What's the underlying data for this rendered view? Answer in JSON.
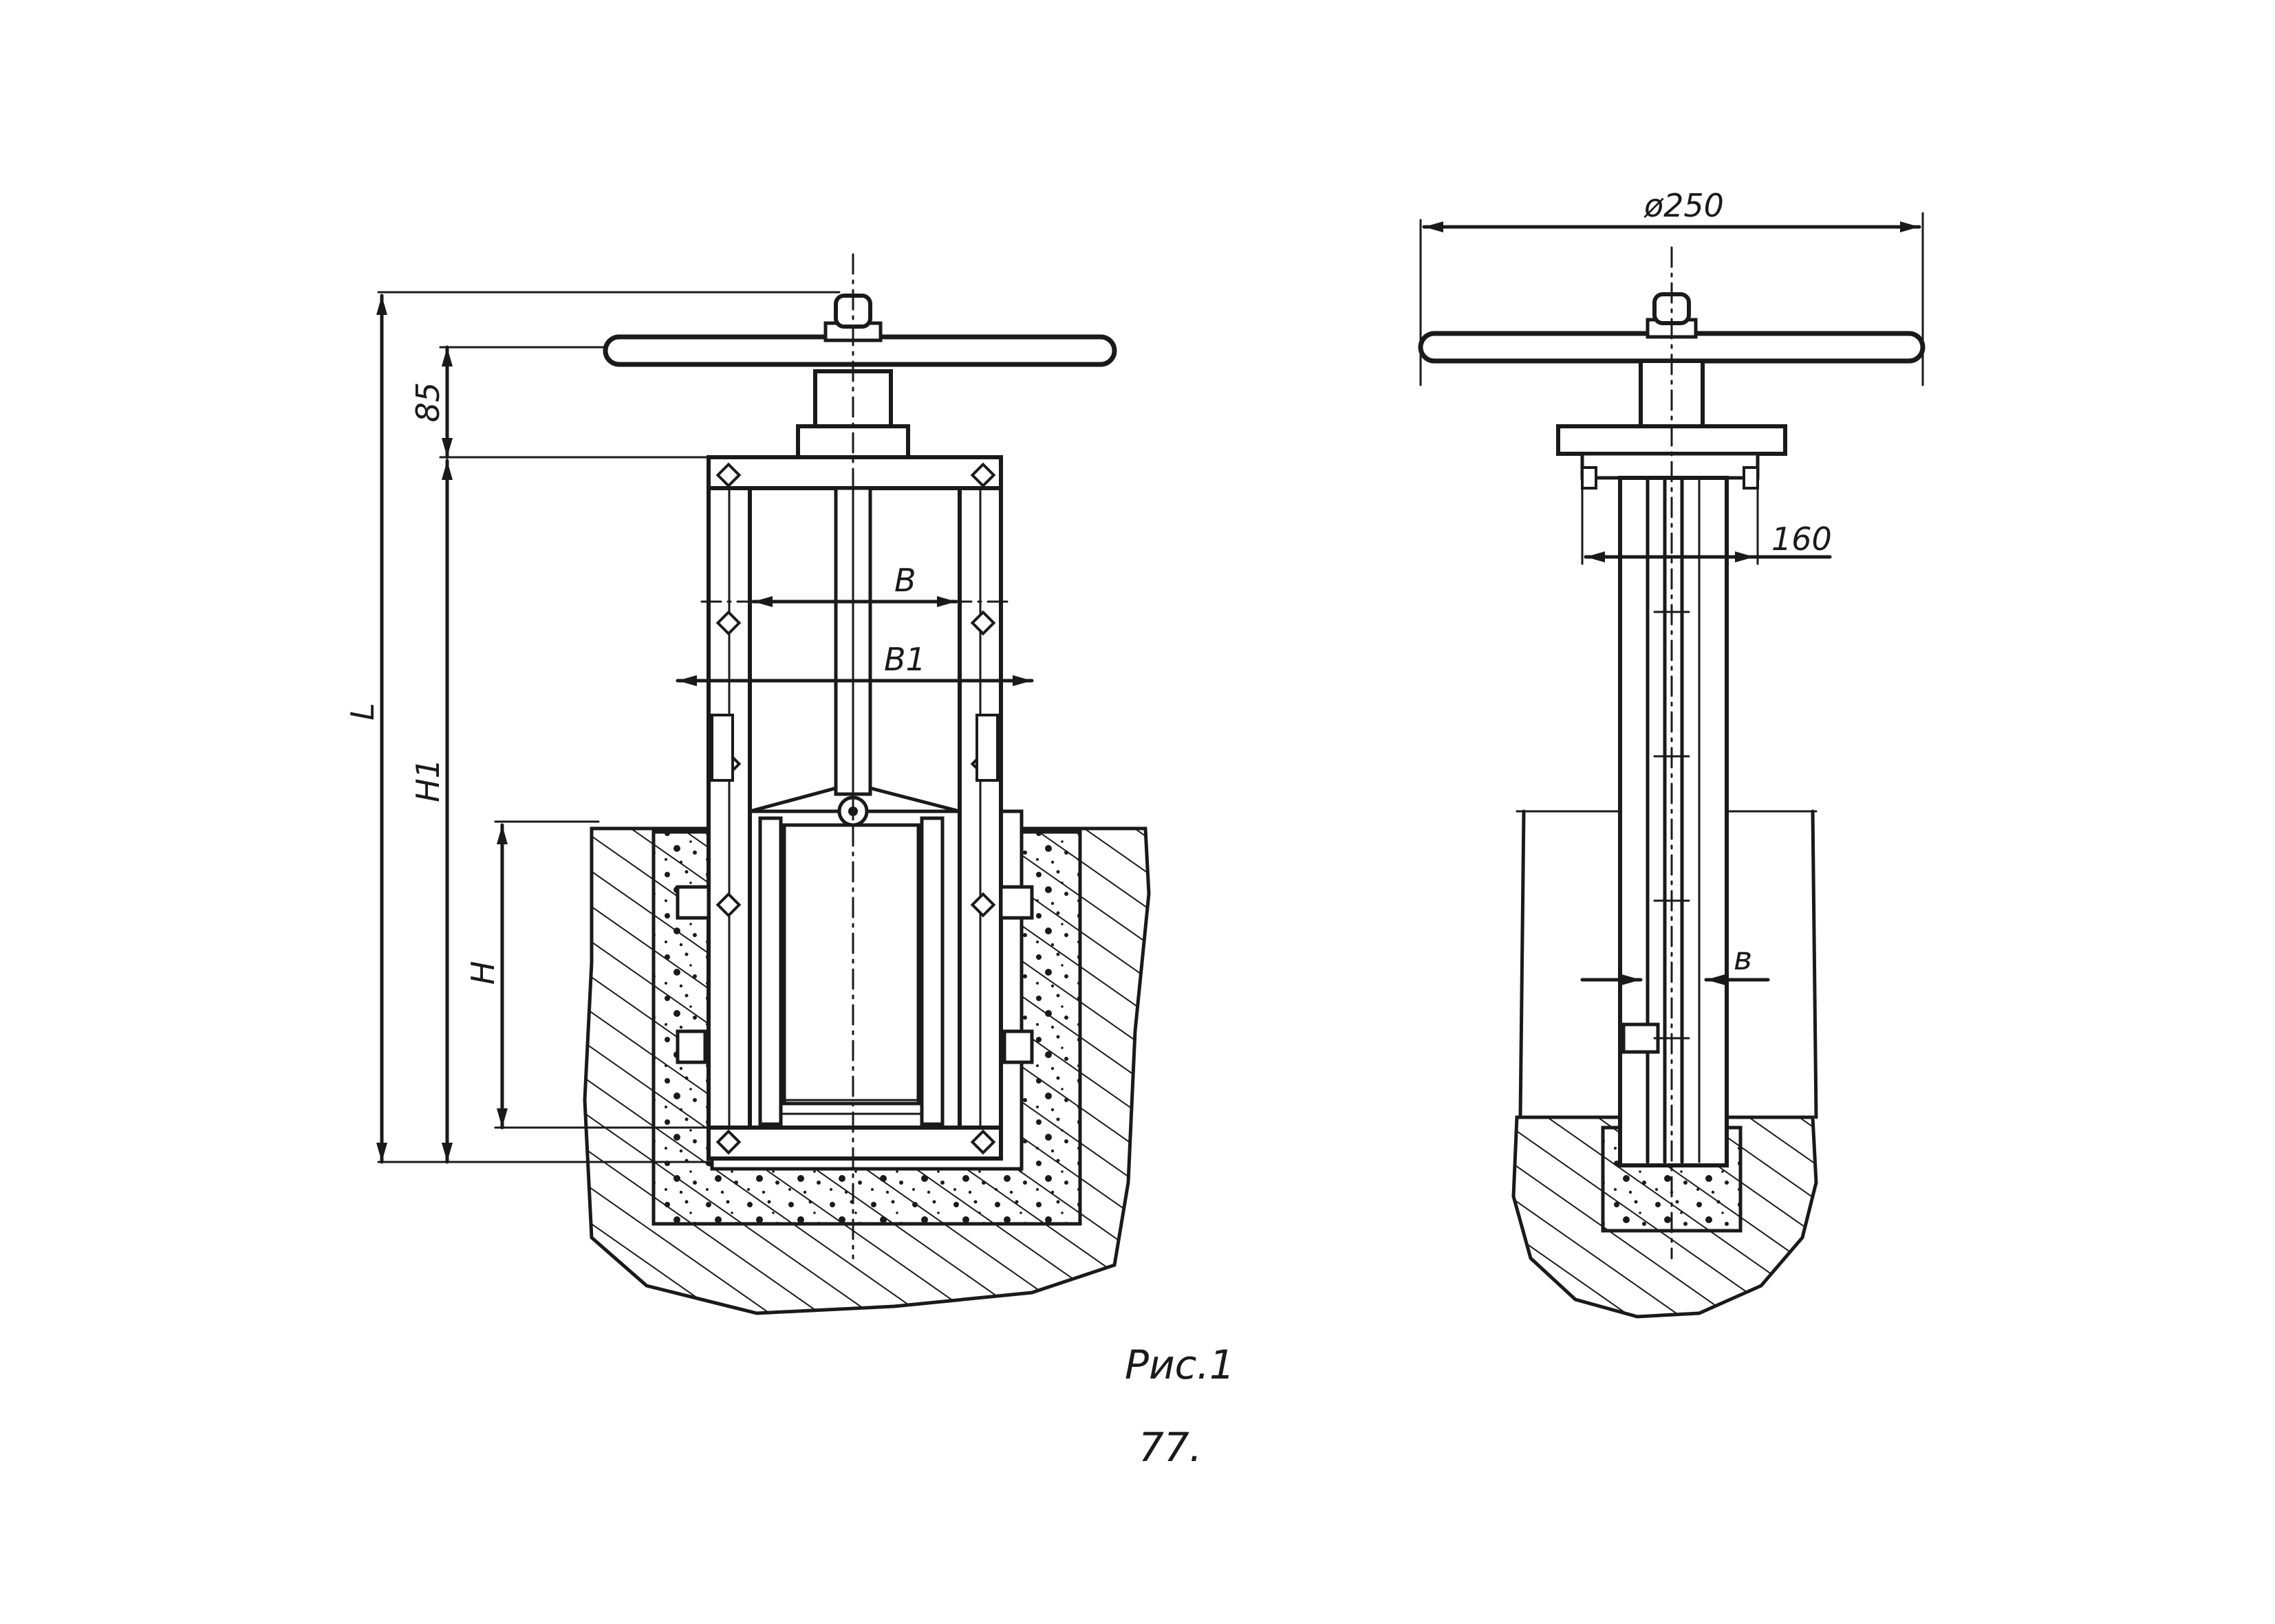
{
  "labels": {
    "left_view": {
      "dim_L": "L",
      "dim_H1": "H1",
      "dim_H": "H",
      "dim_85": "85",
      "dim_B": "B",
      "dim_B1": "B1"
    },
    "right_view": {
      "dim_d250": "ø250",
      "dim_160": "160",
      "dim_b": "в"
    },
    "caption": "Рис.1",
    "page_number": "77."
  },
  "colors": {
    "ink": "#1a1a1a",
    "paper": "#ffffff"
  }
}
